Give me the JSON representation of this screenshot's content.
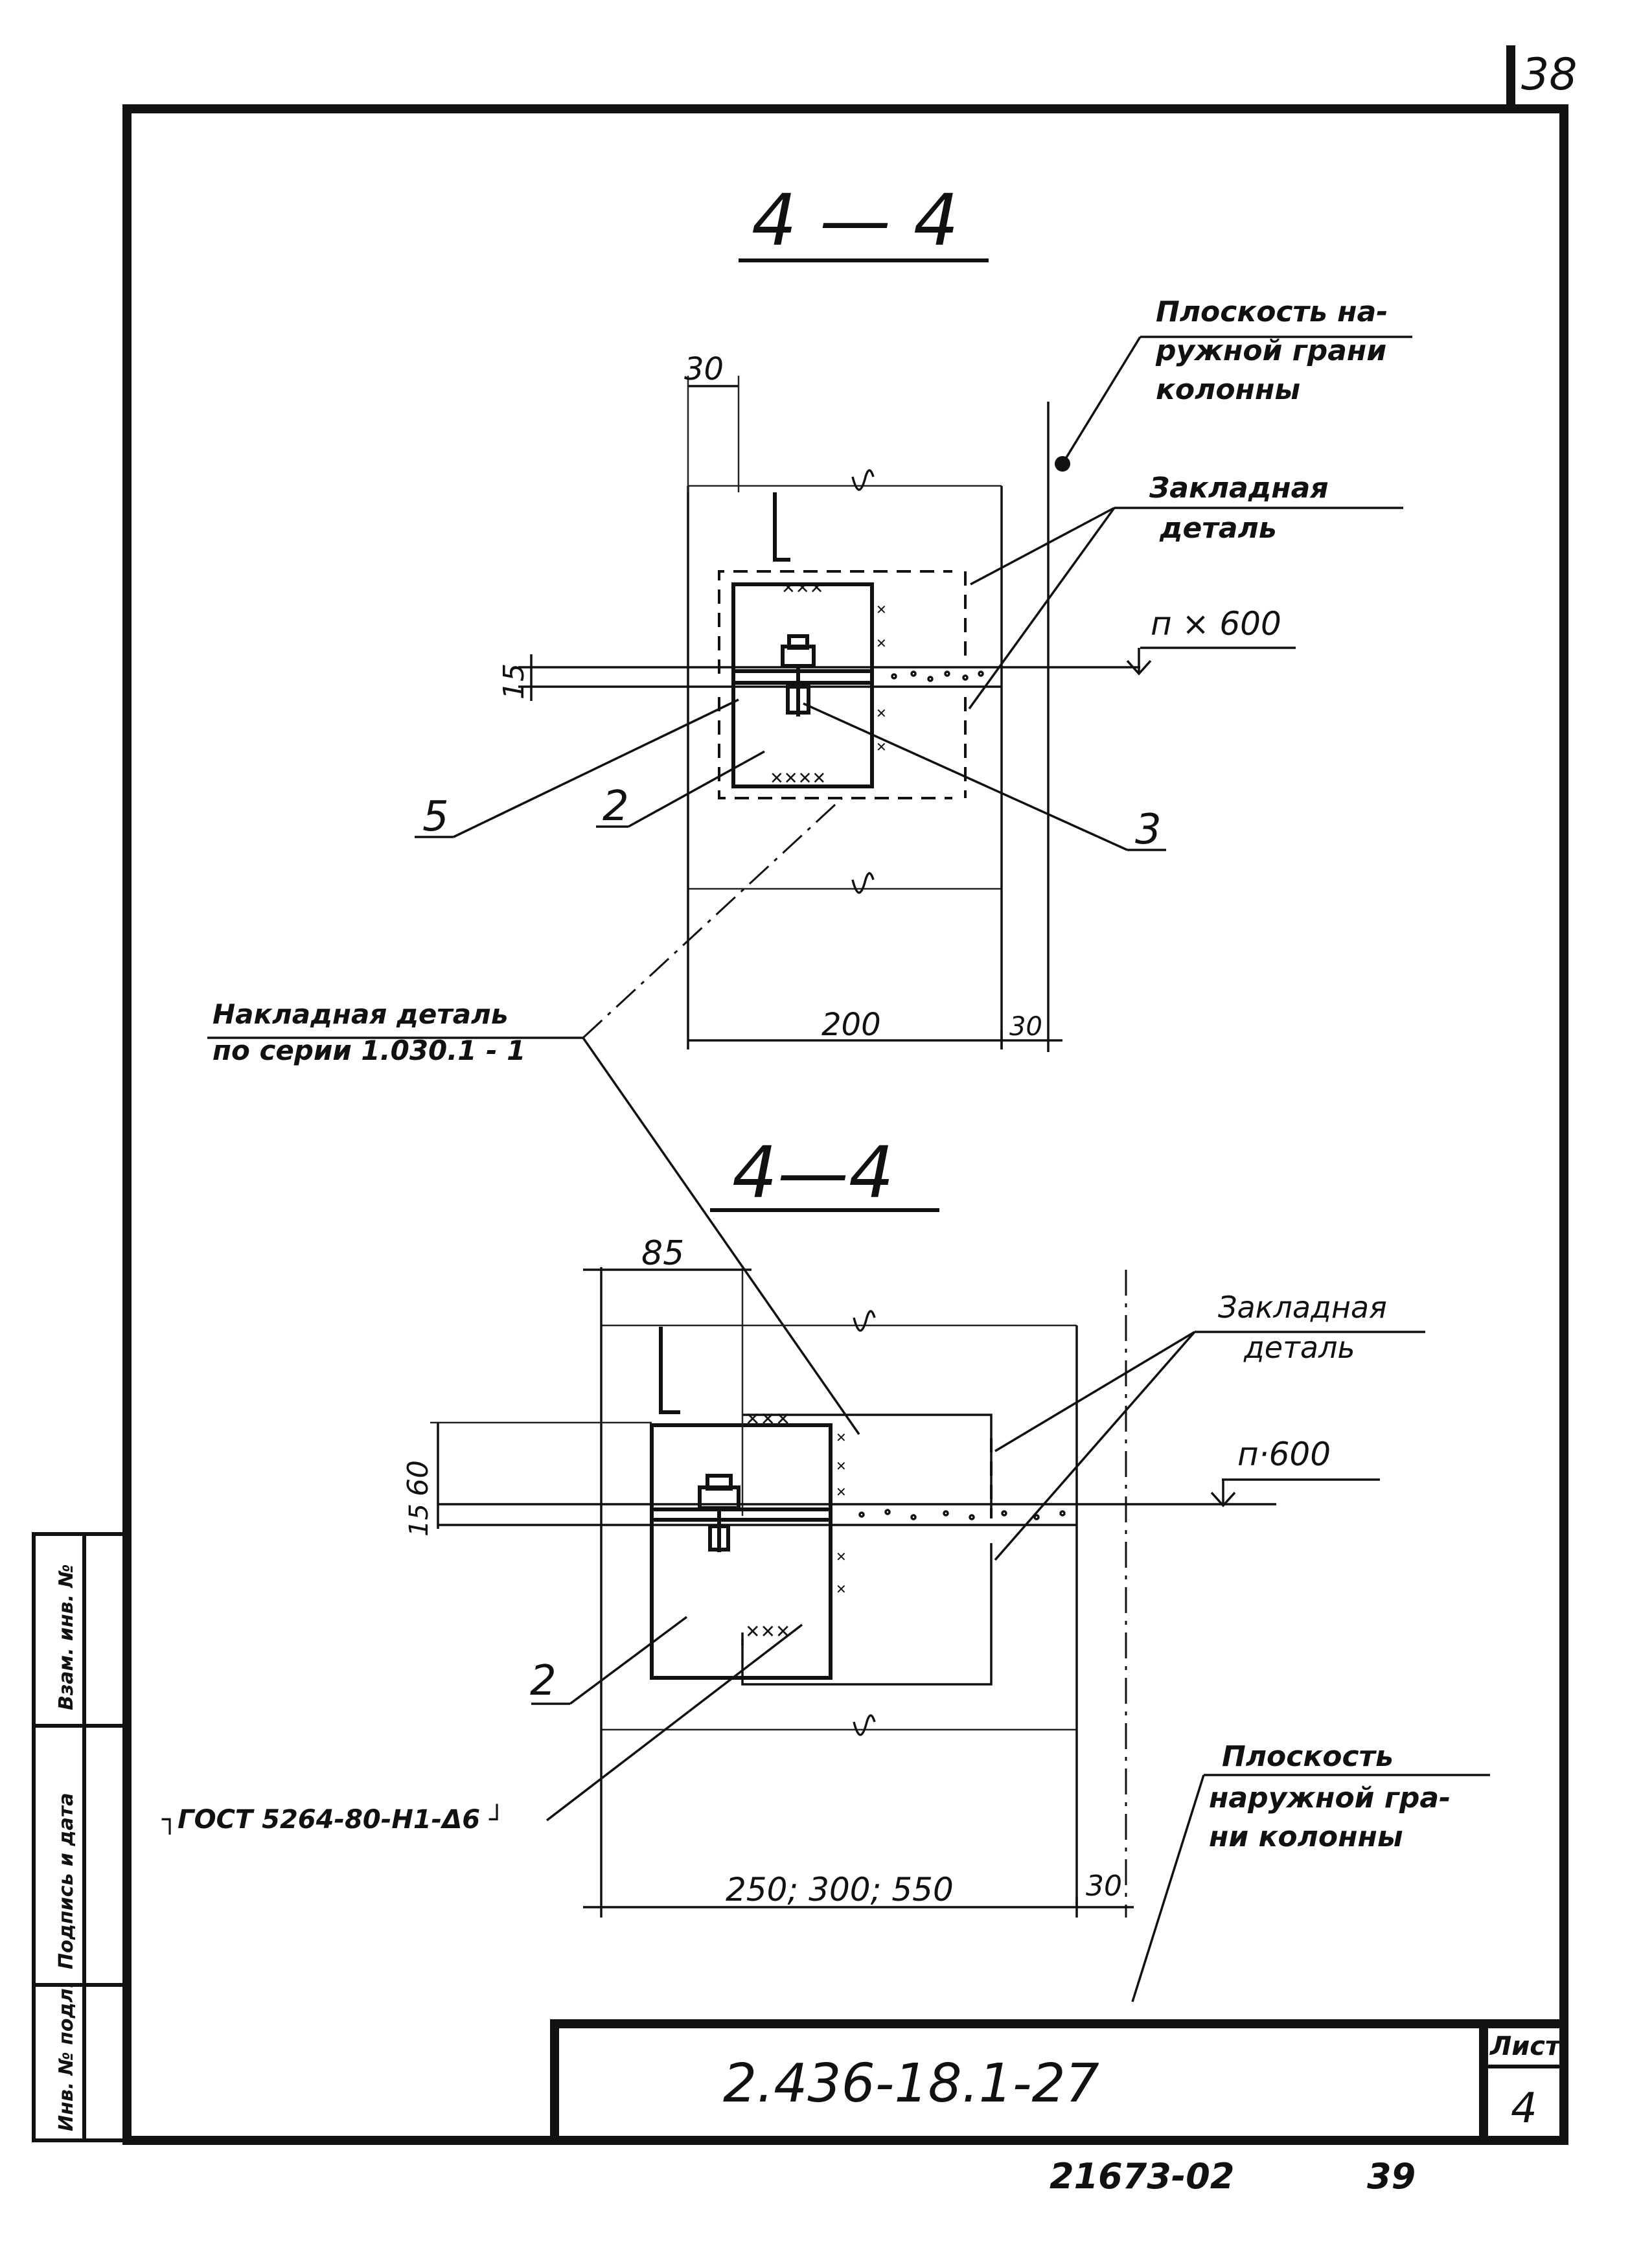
{
  "sheet": {
    "corner_number": "38",
    "drawing_code": "2.436-18.1-27",
    "sheet_label": "Лист",
    "sheet_number": "4",
    "footer_code": "21673-02",
    "footer_page": "39"
  },
  "side_stamp": {
    "cells": [
      "Инв. № подл.",
      "Подпись и дата",
      "Взам. инв. №"
    ]
  },
  "top_section": {
    "title": "4 — 4",
    "dim_30_top": "30",
    "dim_15": "15",
    "dim_200": "200",
    "dim_30_right": "30",
    "level_mark": "п × 600",
    "label_outer_face": [
      "Плоскость на-",
      "ружной грани",
      "колонны"
    ],
    "label_embedded": [
      "Закладная",
      "деталь"
    ],
    "callout_5": "5",
    "callout_2": "2",
    "callout_3": "3"
  },
  "overlay_label": {
    "line1": "Накладная деталь",
    "line2": "по серии 1.030.1 - 1"
  },
  "bottom_section": {
    "title": "4—4",
    "dim_85": "85",
    "dim_60": "60",
    "dim_15": "15",
    "dim_width": "250; 300; 550",
    "dim_30": "30",
    "level_mark": "п·600",
    "label_embedded": [
      "Закладная",
      "деталь"
    ],
    "label_outer_face": [
      "Плоскость",
      "наружной гра-",
      "ни колонны"
    ],
    "callout_2": "2",
    "angle_spec": "┐ГОСТ 5264-80-Н1-Δ6 ┘"
  }
}
